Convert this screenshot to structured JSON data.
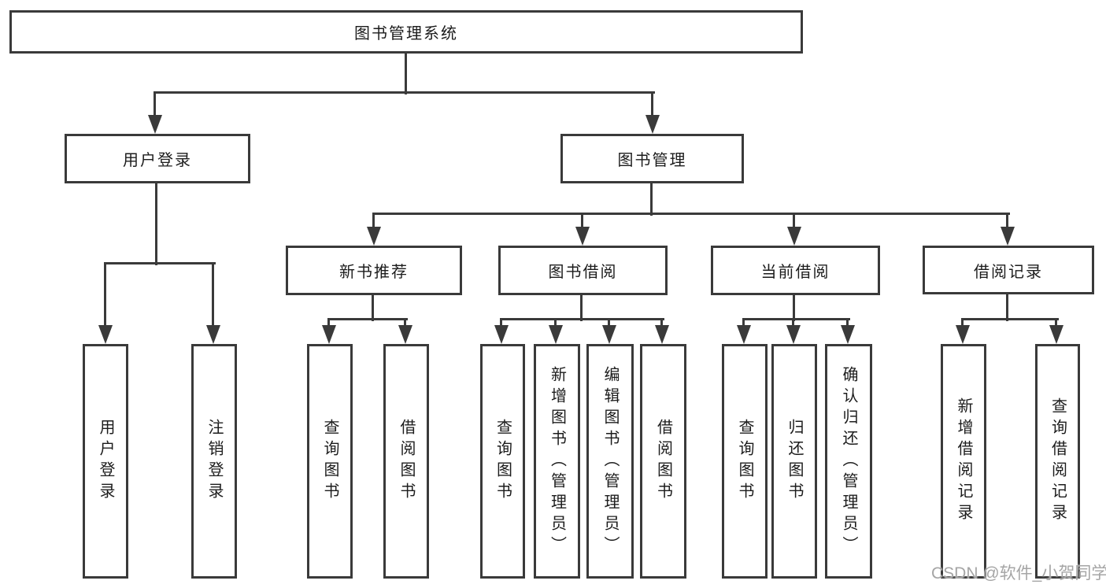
{
  "diagram": {
    "colors": {
      "line": "#3a3a3a",
      "text": "#1c1c1c",
      "background": "#ffffff",
      "watermark": "#a5a5a5"
    },
    "nodes": {
      "root": {
        "label": "图书管理系统"
      },
      "user_login": {
        "label": "用户登录"
      },
      "book_manage": {
        "label": "图书管理"
      },
      "new_book_recommend": {
        "label": "新书推荐"
      },
      "book_borrow": {
        "label": "图书借阅"
      },
      "current_borrow": {
        "label": "当前借阅"
      },
      "borrow_records": {
        "label": "借阅记录"
      },
      "leaves": {
        "user_login": "用户登录",
        "logout": "注销登录",
        "rec_query_book": "查询图书",
        "rec_borrow_book": "借阅图书",
        "bb_query_book": "查询图书",
        "bb_add_book": "新增图书（管理员）",
        "bb_edit_book": "编辑图书（管理员）",
        "bb_borrow_book": "借阅图书",
        "cb_query_book": "查询图书",
        "cb_return_book": "归还图书",
        "cb_confirm_return": "确认归还（管理员）",
        "br_add_record": "新增借阅记录",
        "br_query_record": "查询借阅记录"
      }
    },
    "watermark": "CSDN @软件_小贺同学"
  }
}
